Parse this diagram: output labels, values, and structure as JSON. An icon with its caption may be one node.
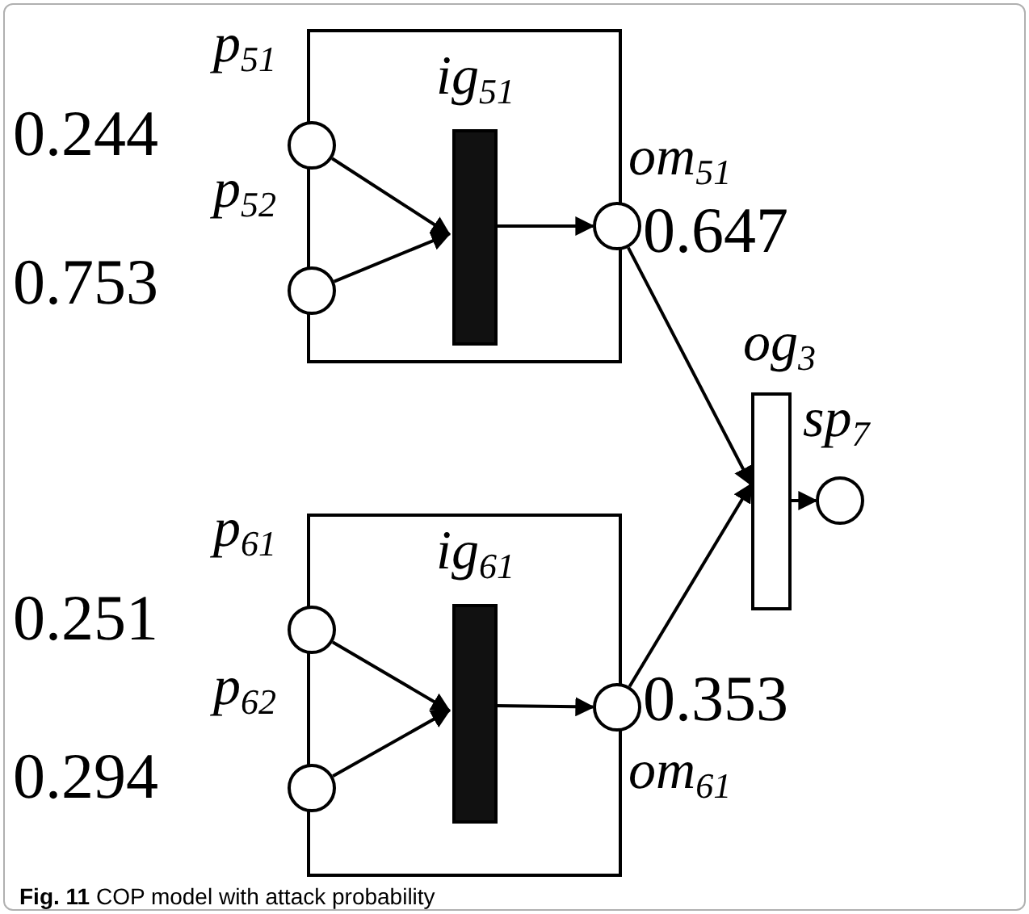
{
  "diagram": {
    "caption": "**Fig. 11** COP model with attack probability",
    "nodes": [
      {
        "text": [],
        "shape": "box"
      },
      {
        "text": [
          "p$_{51}$"
        ],
        "beside": [
          "0.244"
        ]
      },
      {
        "text": [
          "p$_{52}$"
        ],
        "beside": [
          "0.753"
        ]
      },
      {
        "text": [
          "ig$_{51}$"
        ],
        "in": 0
      },
      {
        "text": [
          "om$_{51}$"
        ],
        "beside": [
          "0.647"
        ]
      },
      {
        "text": [],
        "shape": "box"
      },
      {
        "text": [
          "p$_{61}$"
        ],
        "beside": [
          "0.251"
        ]
      },
      {
        "text": [
          "p$_{62}$"
        ],
        "beside": [
          "0.294"
        ]
      },
      {
        "text": [
          "ig$_{61}$"
        ],
        "in": 5
      },
      {
        "text": [
          "om$_{61}$"
        ],
        "beside": [
          "0.353"
        ]
      },
      {
        "text": [
          "og$_{3}$"
        ]
      },
      {
        "text": [
          "sp$_{7}$"
        ]
      }
    ],
    "edges": [
      {
        "from": 1,
        "to": 3,
        "arrow": "to"
      },
      {
        "from": 2,
        "to": 3,
        "arrow": "to"
      },
      {
        "from": 3,
        "to": 4,
        "arrow": "to"
      },
      {
        "from": 4,
        "to": 10,
        "arrow": "to"
      },
      {
        "from": 6,
        "to": 8,
        "arrow": "to"
      },
      {
        "from": 7,
        "to": 8,
        "arrow": "to"
      },
      {
        "from": 8,
        "to": 9,
        "arrow": "to"
      },
      {
        "from": 9,
        "to": 10,
        "arrow": "to"
      },
      {
        "from": 10,
        "to": 11,
        "arrow": "to"
      }
    ]
  }
}
